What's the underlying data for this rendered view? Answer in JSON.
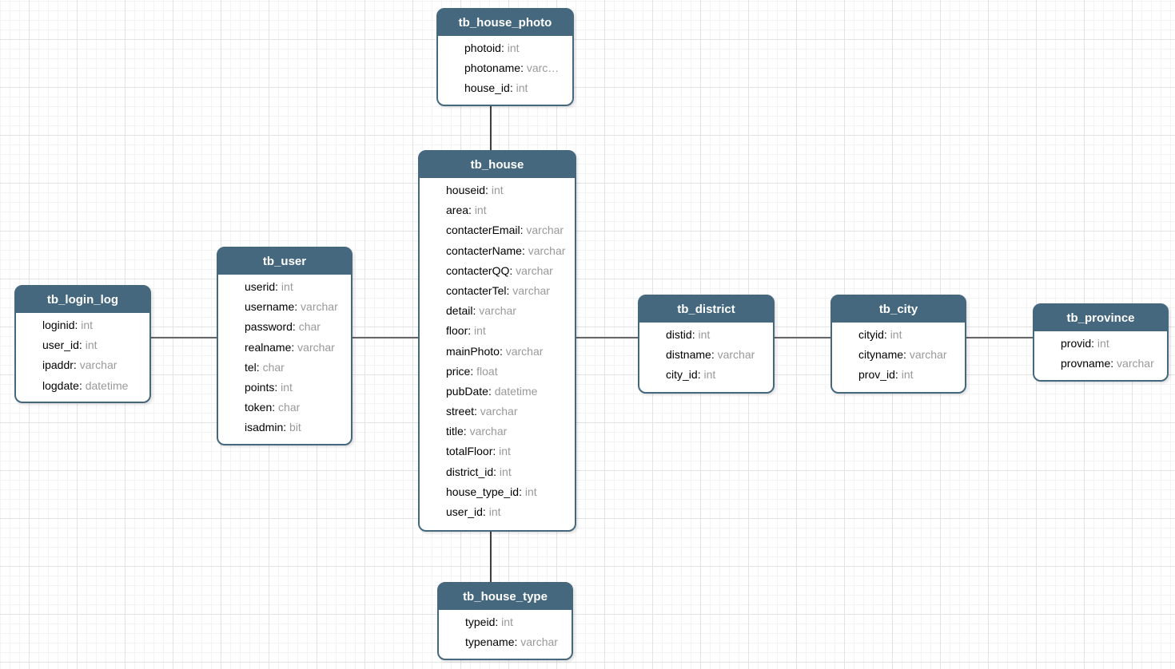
{
  "diagram": {
    "field_separator": ": ",
    "colors": {
      "table_header_fill": "#45687f",
      "table_border": "#45687f",
      "table_body_fill": "#ffffff",
      "header_text": "#ffffff",
      "field_name_text": "#000000",
      "field_type_text": "#999999",
      "connector_line": "#666666",
      "grid_major_line": "#e3e3e3",
      "grid_minor_line": "#f3f3f3",
      "canvas_background": "#ffffff"
    },
    "tables": [
      {
        "name": "tb_house_photo",
        "fields": [
          {
            "name": "photoid",
            "type": "int"
          },
          {
            "name": "photoname",
            "type": "varc…"
          },
          {
            "name": "house_id",
            "type": "int"
          }
        ]
      },
      {
        "name": "tb_house",
        "fields": [
          {
            "name": "houseid",
            "type": "int"
          },
          {
            "name": "area",
            "type": "int"
          },
          {
            "name": "contacterEmail",
            "type": "varchar"
          },
          {
            "name": "contacterName",
            "type": "varchar"
          },
          {
            "name": "contacterQQ",
            "type": "varchar"
          },
          {
            "name": "contacterTel",
            "type": "varchar"
          },
          {
            "name": "detail",
            "type": "varchar"
          },
          {
            "name": "floor",
            "type": "int"
          },
          {
            "name": "mainPhoto",
            "type": "varchar"
          },
          {
            "name": "price",
            "type": "float"
          },
          {
            "name": "pubDate",
            "type": "datetime"
          },
          {
            "name": "street",
            "type": "varchar"
          },
          {
            "name": "title",
            "type": "varchar"
          },
          {
            "name": "totalFloor",
            "type": "int"
          },
          {
            "name": "district_id",
            "type": "int"
          },
          {
            "name": "house_type_id",
            "type": "int"
          },
          {
            "name": "user_id",
            "type": "int"
          }
        ]
      },
      {
        "name": "tb_user",
        "fields": [
          {
            "name": "userid",
            "type": "int"
          },
          {
            "name": "username",
            "type": "varchar"
          },
          {
            "name": "password",
            "type": "char"
          },
          {
            "name": "realname",
            "type": "varchar"
          },
          {
            "name": "tel",
            "type": "char"
          },
          {
            "name": "points",
            "type": "int"
          },
          {
            "name": "token",
            "type": "char"
          },
          {
            "name": "isadmin",
            "type": "bit"
          }
        ]
      },
      {
        "name": "tb_login_log",
        "fields": [
          {
            "name": "loginid",
            "type": "int"
          },
          {
            "name": "user_id",
            "type": "int"
          },
          {
            "name": "ipaddr",
            "type": "varchar"
          },
          {
            "name": "logdate",
            "type": "datetime"
          }
        ]
      },
      {
        "name": "tb_district",
        "fields": [
          {
            "name": "distid",
            "type": "int"
          },
          {
            "name": "distname",
            "type": "varchar"
          },
          {
            "name": "city_id",
            "type": "int"
          }
        ]
      },
      {
        "name": "tb_city",
        "fields": [
          {
            "name": "cityid",
            "type": "int"
          },
          {
            "name": "cityname",
            "type": "varchar"
          },
          {
            "name": "prov_id",
            "type": "int"
          }
        ]
      },
      {
        "name": "tb_province",
        "fields": [
          {
            "name": "provid",
            "type": "int"
          },
          {
            "name": "provname",
            "type": "varchar"
          }
        ]
      },
      {
        "name": "tb_house_type",
        "fields": [
          {
            "name": "typeid",
            "type": "int"
          },
          {
            "name": "typename",
            "type": "varchar"
          }
        ]
      }
    ],
    "relationships": [
      {
        "from": "tb_house_photo",
        "to": "tb_house"
      },
      {
        "from": "tb_login_log",
        "to": "tb_user"
      },
      {
        "from": "tb_user",
        "to": "tb_house"
      },
      {
        "from": "tb_house",
        "to": "tb_district"
      },
      {
        "from": "tb_district",
        "to": "tb_city"
      },
      {
        "from": "tb_city",
        "to": "tb_province"
      },
      {
        "from": "tb_house",
        "to": "tb_house_type"
      }
    ]
  }
}
